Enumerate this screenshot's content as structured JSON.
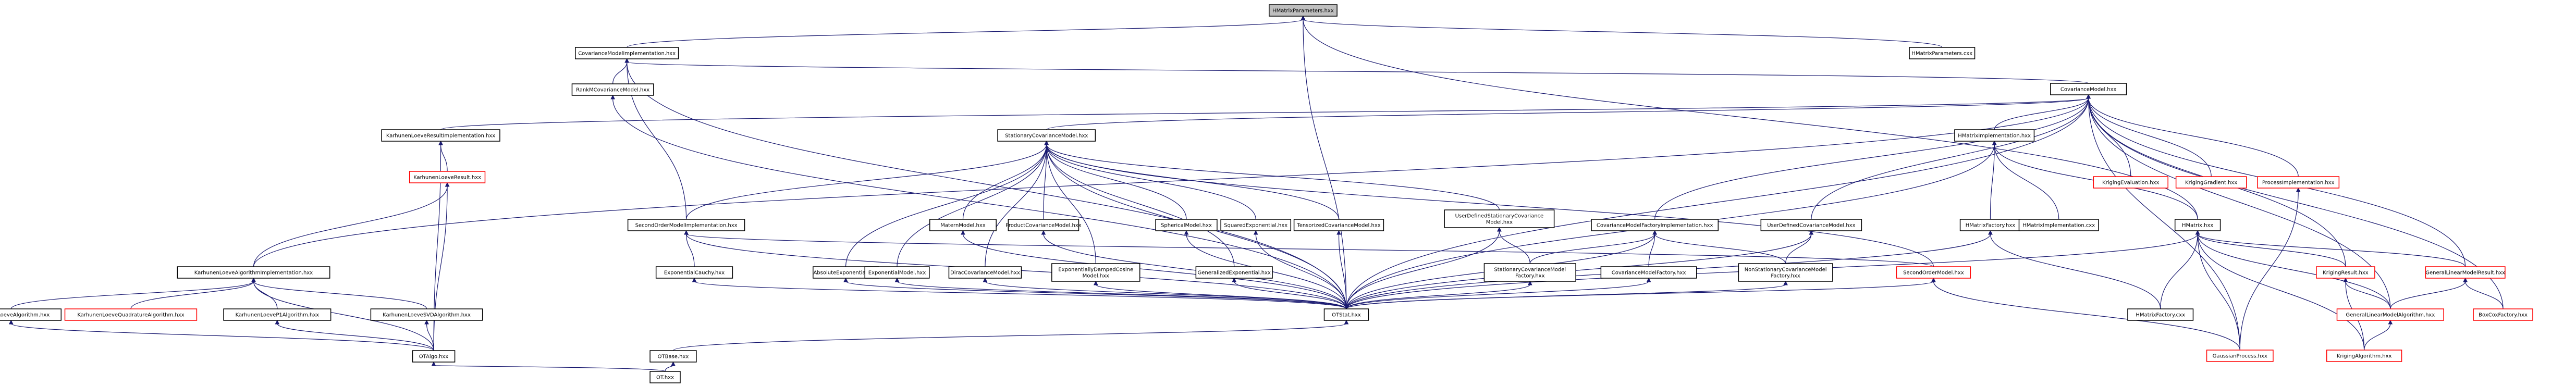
{
  "nodes": [
    {
      "id": "hmatrixparameters_hxx",
      "lines": [
        "HMatrixParameters.hxx"
      ],
      "root": true
    },
    {
      "id": "covmodelimpl_hxx",
      "lines": [
        "CovarianceModelImplementation.hxx"
      ]
    },
    {
      "id": "hmatrixparameters_cxx",
      "lines": [
        "HMatrixParameters.cxx"
      ]
    },
    {
      "id": "rankmcov_hxx",
      "lines": [
        "RankMCovarianceModel.hxx"
      ]
    },
    {
      "id": "covmodel_hxx",
      "lines": [
        "CovarianceModel.hxx"
      ]
    },
    {
      "id": "klresultimpl_hxx",
      "lines": [
        "KarhunenLoeveResultImplementation.hxx"
      ]
    },
    {
      "id": "statcov_hxx",
      "lines": [
        "StationaryCovarianceModel.hxx"
      ]
    },
    {
      "id": "hmatriximpl_hxx",
      "lines": [
        "HMatrixImplementation.hxx"
      ]
    },
    {
      "id": "krigingeval_hxx",
      "lines": [
        "KrigingEvaluation.hxx"
      ],
      "incomplete": true
    },
    {
      "id": "kriginggrad_hxx",
      "lines": [
        "KrigingGradient.hxx"
      ],
      "incomplete": true
    },
    {
      "id": "processimpl_hxx",
      "lines": [
        "ProcessImplementation.hxx"
      ],
      "incomplete": true
    },
    {
      "id": "klresult_hxx",
      "lines": [
        "KarhunenLoeveResult.hxx"
      ],
      "incomplete": true
    },
    {
      "id": "secondorderimpl_hxx",
      "lines": [
        "SecondOrderModelImplementation.hxx"
      ]
    },
    {
      "id": "materncov_hxx",
      "lines": [
        "MaternModel.hxx"
      ]
    },
    {
      "id": "productcov_hxx",
      "lines": [
        "ProductCovarianceModel.hxx"
      ]
    },
    {
      "id": "sphericalcov_hxx",
      "lines": [
        "SphericalModel.hxx"
      ]
    },
    {
      "id": "squaredexp_hxx",
      "lines": [
        "SquaredExponential.hxx"
      ]
    },
    {
      "id": "tensorized_hxx",
      "lines": [
        "TensorizedCovarianceModel.hxx"
      ]
    },
    {
      "id": "userdefstat_hxx",
      "lines": [
        "UserDefinedStationaryCovariance",
        "Model.hxx"
      ]
    },
    {
      "id": "covfactoryimpl_hxx",
      "lines": [
        "CovarianceModelFactoryImplementation.hxx"
      ]
    },
    {
      "id": "userdefcov_hxx",
      "lines": [
        "UserDefinedCovarianceModel.hxx"
      ]
    },
    {
      "id": "hmatrixfactory_hxx",
      "lines": [
        "HMatrixFactory.hxx"
      ]
    },
    {
      "id": "hmatriximpl_cxx",
      "lines": [
        "HMatrixImplementation.cxx"
      ]
    },
    {
      "id": "hmatrix_hxx",
      "lines": [
        "HMatrix.hxx"
      ]
    },
    {
      "id": "klalgoimpl_hxx",
      "lines": [
        "KarhunenLoeveAlgorithmImplementation.hxx"
      ]
    },
    {
      "id": "expcauchy_hxx",
      "lines": [
        "ExponentialCauchy.hxx"
      ]
    },
    {
      "id": "absexp_hxx",
      "lines": [
        "AbsoluteExponential.hxx"
      ]
    },
    {
      "id": "expmodel_hxx",
      "lines": [
        "ExponentialModel.hxx"
      ]
    },
    {
      "id": "diraccov_hxx",
      "lines": [
        "DiracCovarianceModel.hxx"
      ]
    },
    {
      "id": "expdampcos_hxx",
      "lines": [
        "ExponentiallyDampedCosine",
        "Model.hxx"
      ]
    },
    {
      "id": "genexp_hxx",
      "lines": [
        "GeneralizedExponential.hxx"
      ]
    },
    {
      "id": "statcovfactory_hxx",
      "lines": [
        "StationaryCovarianceModel",
        "Factory.hxx"
      ]
    },
    {
      "id": "covfactory_hxx",
      "lines": [
        "CovarianceModelFactory.hxx"
      ]
    },
    {
      "id": "nonstatcovfactory_hxx",
      "lines": [
        "NonStationaryCovarianceModel",
        "Factory.hxx"
      ]
    },
    {
      "id": "secondorder_hxx",
      "lines": [
        "SecondOrderModel.hxx"
      ],
      "incomplete": true
    },
    {
      "id": "hmatrixfactory_cxx",
      "lines": [
        "HMatrixFactory.cxx"
      ]
    },
    {
      "id": "krigingresult_hxx",
      "lines": [
        "KrigingResult.hxx"
      ],
      "incomplete": true
    },
    {
      "id": "genlinmodelresult_hxx",
      "lines": [
        "GeneralLinearModelResult.hxx"
      ],
      "incomplete": true
    },
    {
      "id": "klalgo_hxx",
      "lines": [
        "KarhunenLoeveAlgorithm.hxx"
      ]
    },
    {
      "id": "klquadalgo_hxx",
      "lines": [
        "KarhunenLoeveQuadratureAlgorithm.hxx"
      ],
      "incomplete": true
    },
    {
      "id": "klp1algo_hxx",
      "lines": [
        "KarhunenLoeveP1Algorithm.hxx"
      ]
    },
    {
      "id": "klsvdalgo_hxx",
      "lines": [
        "KarhunenLoeveSVDAlgorithm.hxx"
      ]
    },
    {
      "id": "otstat_hxx",
      "lines": [
        "OTStat.hxx"
      ]
    },
    {
      "id": "gaussianprocess_hxx",
      "lines": [
        "GaussianProcess.hxx"
      ],
      "incomplete": true
    },
    {
      "id": "genlinmodelalgo_hxx",
      "lines": [
        "GeneralLinearModelAlgorithm.hxx"
      ],
      "incomplete": true
    },
    {
      "id": "boxcoxfactory_hxx",
      "lines": [
        "BoxCoxFactory.hxx"
      ],
      "incomplete": true
    },
    {
      "id": "otalgo_hxx",
      "lines": [
        "OTAlgo.hxx"
      ]
    },
    {
      "id": "krigingalgo_hxx",
      "lines": [
        "KrigingAlgorithm.hxx"
      ],
      "incomplete": true
    },
    {
      "id": "otbase_hxx",
      "lines": [
        "OTBase.hxx"
      ]
    },
    {
      "id": "ot_hxx",
      "lines": [
        "OT.hxx"
      ]
    }
  ],
  "edges": [
    [
      "hmatrixparameters_hxx",
      "covmodelimpl_hxx"
    ],
    [
      "hmatrixparameters_hxx",
      "hmatrixparameters_cxx"
    ],
    [
      "hmatrixparameters_hxx",
      "hmatrix_hxx"
    ],
    [
      "hmatrixparameters_hxx",
      "otstat_hxx"
    ],
    [
      "covmodelimpl_hxx",
      "rankmcov_hxx"
    ],
    [
      "covmodelimpl_hxx",
      "covmodel_hxx"
    ],
    [
      "covmodelimpl_hxx",
      "secondorderimpl_hxx"
    ],
    [
      "covmodelimpl_hxx",
      "otstat_hxx"
    ],
    [
      "rankmcov_hxx",
      "otstat_hxx"
    ],
    [
      "covmodel_hxx",
      "klresultimpl_hxx"
    ],
    [
      "covmodel_hxx",
      "statcov_hxx"
    ],
    [
      "covmodel_hxx",
      "hmatriximpl_hxx"
    ],
    [
      "covmodel_hxx",
      "krigingeval_hxx"
    ],
    [
      "covmodel_hxx",
      "kriginggrad_hxx"
    ],
    [
      "covmodel_hxx",
      "processimpl_hxx"
    ],
    [
      "covmodel_hxx",
      "covfactoryimpl_hxx"
    ],
    [
      "covmodel_hxx",
      "userdefcov_hxx"
    ],
    [
      "covmodel_hxx",
      "klalgoimpl_hxx"
    ],
    [
      "covmodel_hxx",
      "krigingresult_hxx"
    ],
    [
      "covmodel_hxx",
      "genlinmodelresult_hxx"
    ],
    [
      "covmodel_hxx",
      "gaussianprocess_hxx"
    ],
    [
      "covmodel_hxx",
      "genlinmodelalgo_hxx"
    ],
    [
      "covmodel_hxx",
      "boxcoxfactory_hxx"
    ],
    [
      "covmodel_hxx",
      "otstat_hxx"
    ],
    [
      "klresultimpl_hxx",
      "klresult_hxx"
    ],
    [
      "klresultimpl_hxx",
      "otalgo_hxx"
    ],
    [
      "klresult_hxx",
      "klalgoimpl_hxx"
    ],
    [
      "klresult_hxx",
      "otalgo_hxx"
    ],
    [
      "statcov_hxx",
      "secondorderimpl_hxx"
    ],
    [
      "statcov_hxx",
      "materncov_hxx"
    ],
    [
      "statcov_hxx",
      "productcov_hxx"
    ],
    [
      "statcov_hxx",
      "sphericalcov_hxx"
    ],
    [
      "statcov_hxx",
      "squaredexp_hxx"
    ],
    [
      "statcov_hxx",
      "tensorized_hxx"
    ],
    [
      "statcov_hxx",
      "userdefstat_hxx"
    ],
    [
      "statcov_hxx",
      "absexp_hxx"
    ],
    [
      "statcov_hxx",
      "expmodel_hxx"
    ],
    [
      "statcov_hxx",
      "diraccov_hxx"
    ],
    [
      "statcov_hxx",
      "expdampcos_hxx"
    ],
    [
      "statcov_hxx",
      "genexp_hxx"
    ],
    [
      "statcov_hxx",
      "secondorder_hxx"
    ],
    [
      "statcov_hxx",
      "otstat_hxx"
    ],
    [
      "hmatriximpl_hxx",
      "hmatrixfactory_hxx"
    ],
    [
      "hmatriximpl_hxx",
      "hmatriximpl_cxx"
    ],
    [
      "hmatriximpl_hxx",
      "hmatrix_hxx"
    ],
    [
      "hmatriximpl_hxx",
      "otstat_hxx"
    ],
    [
      "processimpl_hxx",
      "gaussianprocess_hxx"
    ],
    [
      "secondorderimpl_hxx",
      "expcauchy_hxx"
    ],
    [
      "secondorderimpl_hxx",
      "secondorder_hxx"
    ],
    [
      "secondorderimpl_hxx",
      "otstat_hxx"
    ],
    [
      "materncov_hxx",
      "otstat_hxx"
    ],
    [
      "productcov_hxx",
      "otstat_hxx"
    ],
    [
      "sphericalcov_hxx",
      "otstat_hxx"
    ],
    [
      "squaredexp_hxx",
      "otstat_hxx"
    ],
    [
      "tensorized_hxx",
      "otstat_hxx"
    ],
    [
      "userdefstat_hxx",
      "statcovfactory_hxx"
    ],
    [
      "userdefstat_hxx",
      "otstat_hxx"
    ],
    [
      "covfactoryimpl_hxx",
      "statcovfactory_hxx"
    ],
    [
      "covfactoryimpl_hxx",
      "covfactory_hxx"
    ],
    [
      "covfactoryimpl_hxx",
      "nonstatcovfactory_hxx"
    ],
    [
      "covfactoryimpl_hxx",
      "otstat_hxx"
    ],
    [
      "userdefcov_hxx",
      "nonstatcovfactory_hxx"
    ],
    [
      "userdefcov_hxx",
      "otstat_hxx"
    ],
    [
      "hmatrixfactory_hxx",
      "hmatrixfactory_cxx"
    ],
    [
      "hmatrixfactory_hxx",
      "otstat_hxx"
    ],
    [
      "hmatrix_hxx",
      "hmatrixfactory_cxx"
    ],
    [
      "hmatrix_hxx",
      "krigingresult_hxx"
    ],
    [
      "hmatrix_hxx",
      "genlinmodelresult_hxx"
    ],
    [
      "hmatrix_hxx",
      "gaussianprocess_hxx"
    ],
    [
      "hmatrix_hxx",
      "genlinmodelalgo_hxx"
    ],
    [
      "hmatrix_hxx",
      "krigingalgo_hxx"
    ],
    [
      "hmatrix_hxx",
      "otstat_hxx"
    ],
    [
      "klalgoimpl_hxx",
      "klalgo_hxx"
    ],
    [
      "klalgoimpl_hxx",
      "klquadalgo_hxx"
    ],
    [
      "klalgoimpl_hxx",
      "klp1algo_hxx"
    ],
    [
      "klalgoimpl_hxx",
      "klsvdalgo_hxx"
    ],
    [
      "klalgoimpl_hxx",
      "otalgo_hxx"
    ],
    [
      "expcauchy_hxx",
      "otstat_hxx"
    ],
    [
      "absexp_hxx",
      "otstat_hxx"
    ],
    [
      "expmodel_hxx",
      "otstat_hxx"
    ],
    [
      "diraccov_hxx",
      "otstat_hxx"
    ],
    [
      "expdampcos_hxx",
      "otstat_hxx"
    ],
    [
      "genexp_hxx",
      "otstat_hxx"
    ],
    [
      "statcovfactory_hxx",
      "otstat_hxx"
    ],
    [
      "covfactory_hxx",
      "otstat_hxx"
    ],
    [
      "nonstatcovfactory_hxx",
      "otstat_hxx"
    ],
    [
      "secondorder_hxx",
      "otstat_hxx"
    ],
    [
      "secondorder_hxx",
      "gaussianprocess_hxx"
    ],
    [
      "krigingresult_hxx",
      "genlinmodelalgo_hxx"
    ],
    [
      "krigingresult_hxx",
      "krigingalgo_hxx"
    ],
    [
      "genlinmodelresult_hxx",
      "genlinmodelalgo_hxx"
    ],
    [
      "genlinmodelresult_hxx",
      "boxcoxfactory_hxx"
    ],
    [
      "genlinmodelalgo_hxx",
      "krigingalgo_hxx"
    ],
    [
      "klalgo_hxx",
      "otalgo_hxx"
    ],
    [
      "klp1algo_hxx",
      "otalgo_hxx"
    ],
    [
      "klsvdalgo_hxx",
      "otalgo_hxx"
    ],
    [
      "otstat_hxx",
      "otbase_hxx"
    ],
    [
      "otalgo_hxx",
      "ot_hxx"
    ],
    [
      "otbase_hxx",
      "ot_hxx"
    ]
  ],
  "colors": {
    "edge": "#191970",
    "box_border": "#000000",
    "incomplete_border": "#ff0000",
    "root_fill": "#bfbfbf",
    "box_fill": "#ffffff",
    "text": "#000000"
  }
}
